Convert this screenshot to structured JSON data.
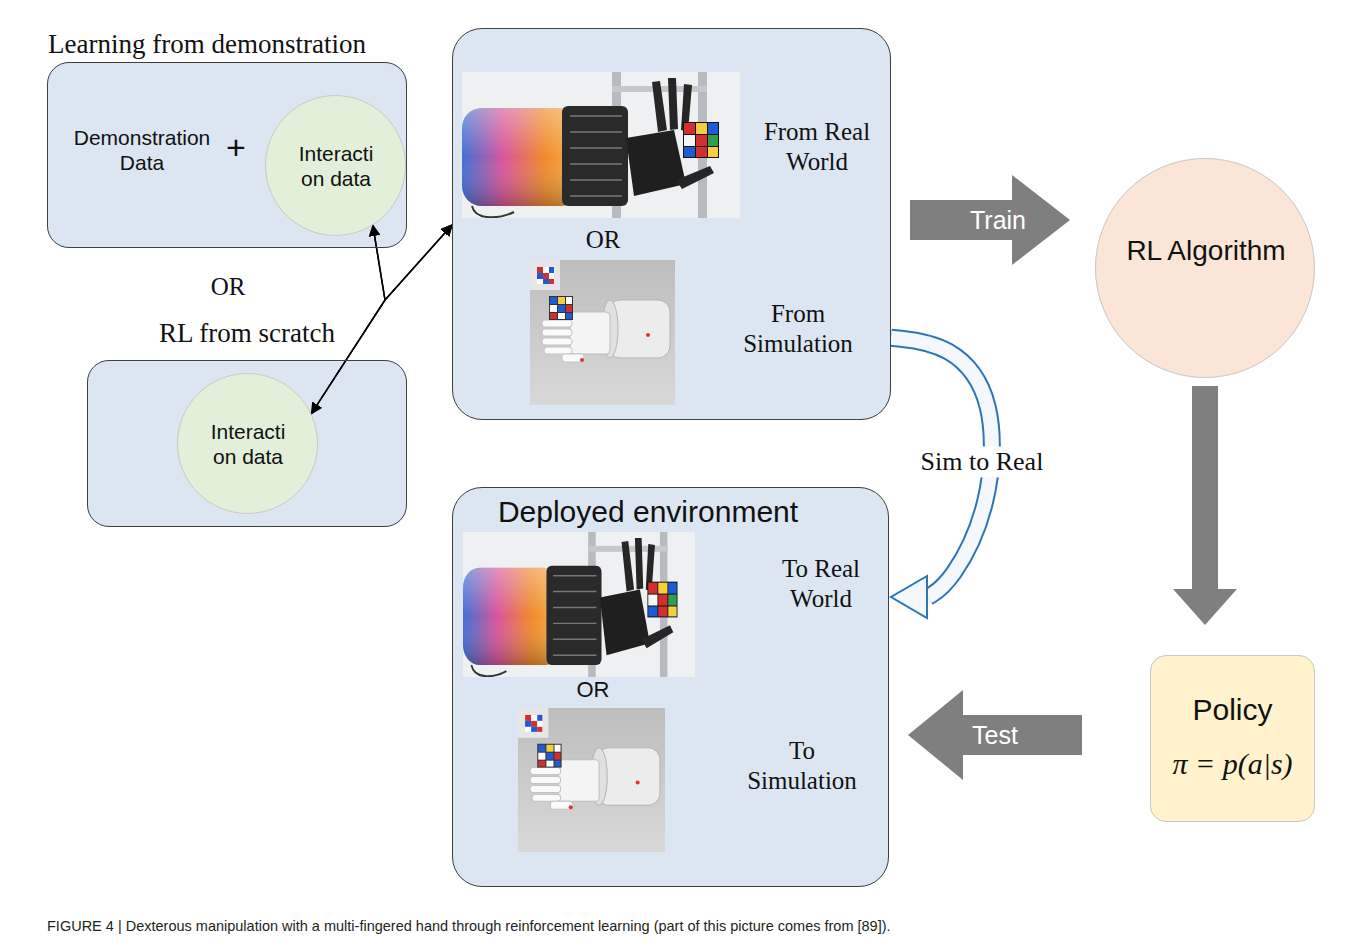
{
  "diagram": {
    "caption": "FIGURE 4 | Dexterous manipulation with a multi-fingered hand through reinforcement learning (part of this picture comes from [89]).",
    "nodes": [
      {
        "text": [
          "Learning from demonstration",
          "Demonstration Data",
          "+"
        ]
      },
      {
        "text": [
          "Interacti on data"
        ],
        "in": 0
      },
      {
        "text": [
          "RL from scratch"
        ]
      },
      {
        "text": [
          "Interacti on data"
        ],
        "in": 2
      },
      {
        "text": [
          "From Real World",
          "OR",
          "From Simulation"
        ]
      },
      {
        "text": [
          "RL Algorithm"
        ]
      },
      {
        "text": [
          "Deployed environment",
          "To Real World",
          "OR",
          "To Simulation"
        ]
      },
      {
        "text": [
          "Policy",
          "π = p(a|s)"
        ]
      }
    ],
    "edges": [
      {
        "from": 1,
        "to": 3,
        "arrow": "both"
      },
      {
        "from": 1,
        "to": 4,
        "arrow": "to"
      },
      {
        "from": 3,
        "to": 4,
        "arrow": "to"
      },
      {
        "from": 4,
        "to": 5,
        "label": "Train",
        "arrow": "to"
      },
      {
        "from": 5,
        "to": 7,
        "arrow": "to"
      },
      {
        "from": 7,
        "to": 6,
        "label": "Test",
        "arrow": "to"
      },
      {
        "from": 4,
        "to": 6,
        "label": "Sim to Real",
        "arrow": "to"
      }
    ],
    "labels": [
      "OR"
    ]
  }
}
